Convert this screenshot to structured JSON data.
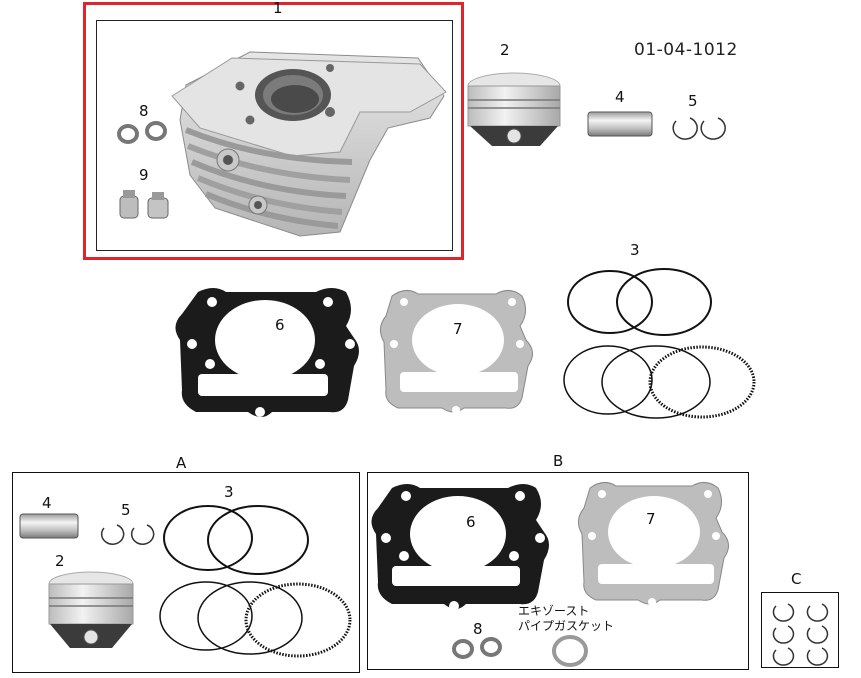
{
  "part_number": "01-04-1012",
  "highlight_color": "#e0242b",
  "callouts": {
    "cylinder": "1",
    "piston": "2",
    "piston_rings": "3",
    "piston_pin": "4",
    "pin_clips": "5",
    "head_gasket": "6",
    "base_gasket": "7",
    "washers": "8",
    "plugs": "9"
  },
  "kits": {
    "a": {
      "title": "A",
      "piston_pin": "4",
      "pin_clips": "5",
      "piston_rings": "3",
      "piston": "2"
    },
    "b": {
      "title": "B",
      "head_gasket": "6",
      "base_gasket": "7",
      "washers": "8",
      "exhaust_gasket_line1": "エキゾースト",
      "exhaust_gasket_line2": "パイプガスケット"
    },
    "c": {
      "title": "C"
    }
  }
}
